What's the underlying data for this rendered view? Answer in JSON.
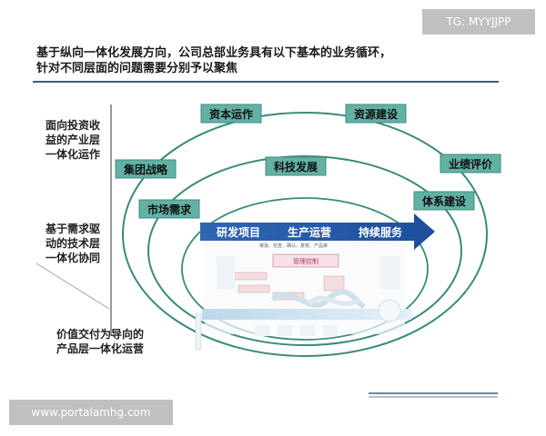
{
  "heading": {
    "line1": "基于纵向一体化发展方向，公司总部业务具有以下基本的业务循环，",
    "line2": "针对不同层面的问题需要分别予以聚焦"
  },
  "side_labels": {
    "investment": [
      "面向投资收",
      "益的产业层",
      "一体化运作"
    ],
    "technology": [
      "基于需求驱",
      "动的技术层",
      "一体化协同"
    ],
    "product": [
      "价值交付为导向的",
      "产品层一体化运营"
    ]
  },
  "ring_boxes": {
    "capital_operation": "资本运作",
    "resource_building": "资源建设",
    "group_strategy": "集团战略",
    "performance_evaluation": "业绩评价",
    "tech_development": "科技发展",
    "market_demand": "市场需求",
    "system_building": "体系建设"
  },
  "arrow": {
    "labels": [
      "研发项目",
      "生产运营",
      "持续服务"
    ]
  },
  "inner_detail": {
    "management_control": "管理控制",
    "small_texts": [
      "审批、检查、确认、复核、产品审"
    ]
  },
  "watermarks": {
    "tg": "TG: MYYJJPP",
    "url": "www.portalamhg.com"
  },
  "colors": {
    "box_fill": "#62b1a4",
    "box_border": "#3e8c80",
    "ring": "#3a8a7a",
    "arrow_start": "#2f66b3",
    "arrow_end": "#1d4f9a",
    "rule": "#3b5f86"
  }
}
